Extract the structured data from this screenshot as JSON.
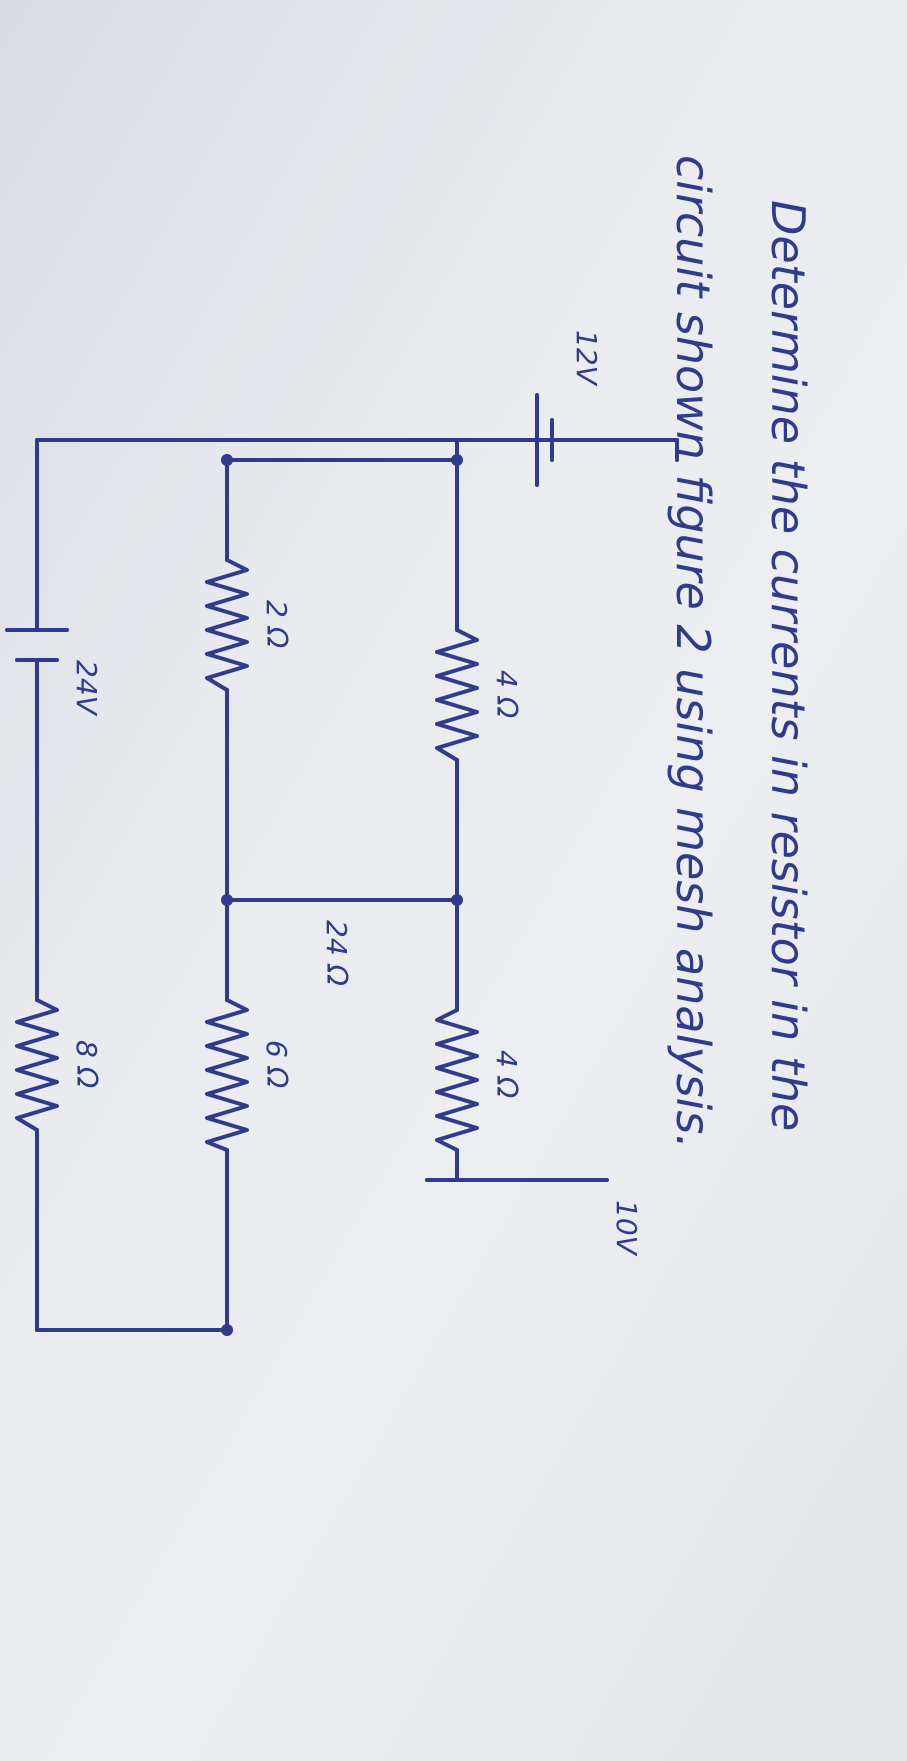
{
  "question": {
    "line1": "Determine the currents in resistor in the",
    "line2": "circuit shown figure 2 using mesh analysis."
  },
  "components": {
    "r_top_left": "4 Ω",
    "r_top_right": "4 Ω",
    "r_middle": "24 Ω",
    "r_center_left": "2 Ω",
    "r_center_right": "6 Ω",
    "r_bottom": "8 Ω",
    "battery_left": "12V",
    "battery_right": "10V",
    "battery_bottom": "24V"
  },
  "colors": {
    "ink": "#2f3b8c",
    "paper": "#e9ebef"
  }
}
